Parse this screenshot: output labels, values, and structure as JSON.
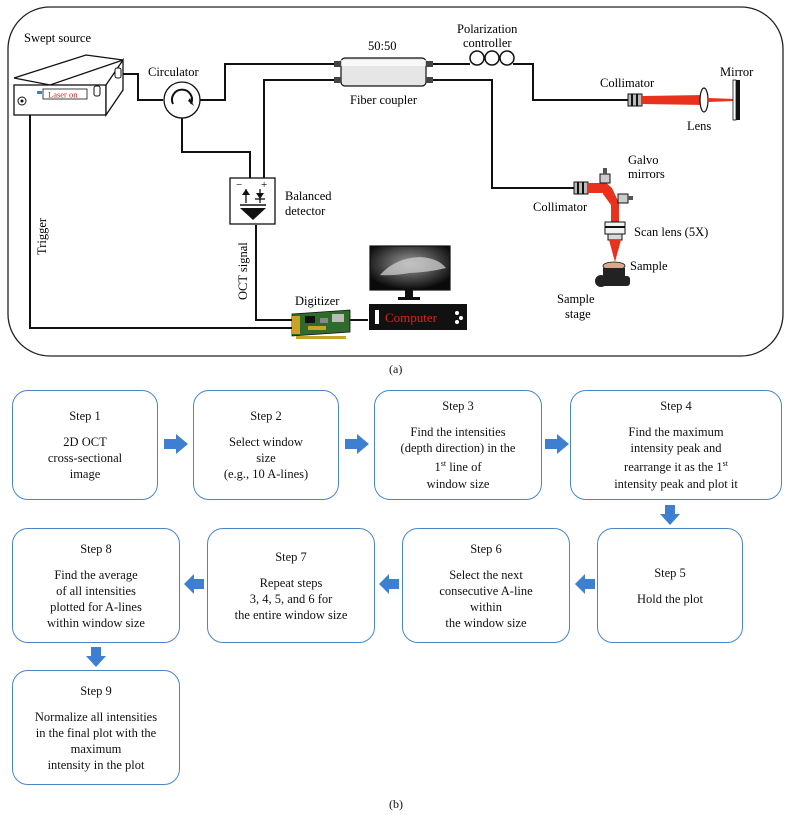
{
  "panel_a": {
    "label": "(a)",
    "components": {
      "swept_source": "Swept source",
      "laser_on": "Laser on",
      "circulator": "Circulator",
      "ratio": "50:50",
      "fiber_coupler": "Fiber coupler",
      "polarization_controller": [
        "Polarization",
        "controller"
      ],
      "collimator_reference": "Collimator",
      "mirror": "Mirror",
      "lens": "Lens",
      "balanced_detector": [
        "Balanced",
        "detector"
      ],
      "detector_minus": "−",
      "detector_plus": "+",
      "trigger": "Trigger",
      "oct_signal": "OCT signal",
      "digitizer": "Digitizer",
      "computer": "Computer",
      "collimator_sample": "Collimator",
      "galvo_mirrors": [
        "Galvo",
        "mirrors"
      ],
      "scan_lens": "Scan lens (5X)",
      "sample": "Sample",
      "sample_stage": [
        "Sample",
        "stage"
      ]
    },
    "colors": {
      "beam": "#e8321e",
      "computer_text": "#e02020",
      "fiber": "#111111"
    }
  },
  "panel_b": {
    "label": "(b)",
    "steps": [
      {
        "title": "Step 1",
        "lines": [
          "2D OCT",
          "cross-sectional",
          "image"
        ]
      },
      {
        "title": "Step 2",
        "lines": [
          "Select window",
          "size",
          "(e.g., 10 A-lines)"
        ]
      },
      {
        "title": "Step 3",
        "lines": [
          "Find the intensities",
          "(depth direction) in the",
          "1st line of",
          "window size"
        ]
      },
      {
        "title": "Step 4",
        "lines": [
          "Find the maximum",
          "intensity peak and",
          "rearrange it as the 1st",
          "intensity peak and plot it"
        ]
      },
      {
        "title": "Step 5",
        "lines": [
          "Hold the plot"
        ]
      },
      {
        "title": "Step 6",
        "lines": [
          "Select the next",
          "consecutive A-line",
          "within",
          "the window size"
        ]
      },
      {
        "title": "Step 7",
        "lines": [
          "Repeat steps",
          "3, 4, 5, and 6 for",
          "the entire window size"
        ]
      },
      {
        "title": "Step 8",
        "lines": [
          "Find the average",
          "of all intensities",
          "plotted for A-lines",
          "within window size"
        ]
      },
      {
        "title": "Step 9",
        "lines": [
          "Normalize all intensities",
          "in the final plot with the",
          "maximum",
          "intensity in the plot"
        ]
      }
    ],
    "colors": {
      "box_border": "#4a86c5",
      "arrow": "#3d7fd1"
    }
  }
}
